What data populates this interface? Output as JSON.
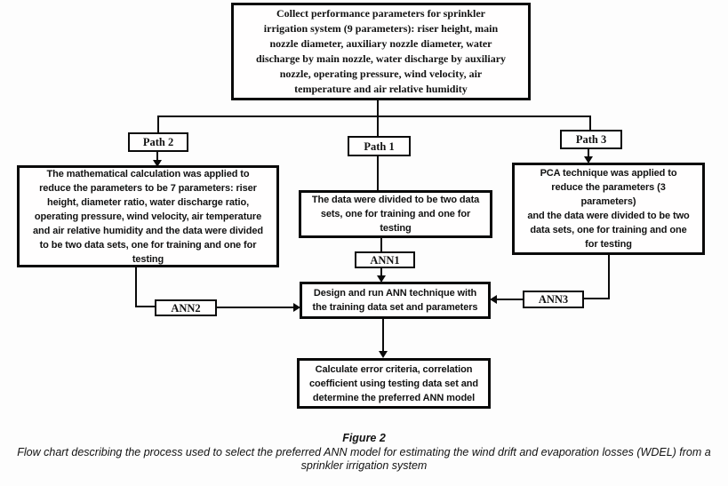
{
  "flowchart": {
    "collect_box": "Collect performance  parameters for sprinkler\nirrigation  system (9 parameters):  riser height,  main\nnozzle  diameter,  auxiliary  nozzle  diameter,  water\ndischarge by  main  nozzle,  water  discharge  by  auxiliary\nnozzle,  operating  pressure,  wind  velocity,  air\ntemperature   and  air  relative humidity",
    "path2_label": "Path  2",
    "path1_label": "Path  1",
    "path3_label": "Path  3",
    "math_box": "The mathematical calculation  was applied to\nreduce the parameters to be 7 parameters: riser\nheight, diameter ratio, water discharge ratio,\noperating pressure, wind velocity, air temperature\nand air relative humidity and the data were divided\nto be two data sets, one for  training and one for\ntesting",
    "split_box": "The data were divided to be two data\nsets, one for  training and one for\ntesting",
    "pca_box": "PCA  technique was applied to\nreduce the parameters  (3\nparameters)\nand  the data were divided to be two\ndata sets, one for  training and one\nfor testing",
    "ann1_label": "ANN1",
    "ann2_label": "ANN2",
    "ann3_label": "ANN3",
    "design_box": "Design and run ANN technique with\nthe training data set and  parameters",
    "calculate_box": "Calculate error criteria, correlation\ncoefficient  using testing data set and\ndetermine the preferred  ANN model"
  },
  "caption": {
    "figure_label": "Figure 2",
    "text": "Flow chart describing the process used to select the preferred ANN model for estimating the wind drift and evaporation losses (WDEL) from a sprinkler irrigation system"
  },
  "colors": {
    "line": "#0a0a0a",
    "text": "#121212",
    "box_background": "#fffefe",
    "page_background": "#fdfdfd"
  }
}
